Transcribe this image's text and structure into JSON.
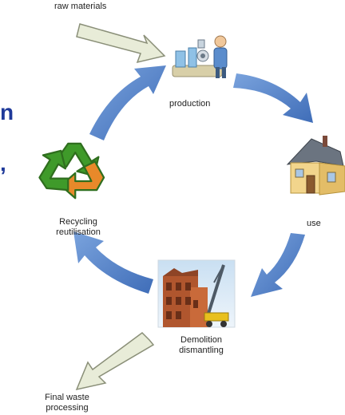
{
  "labels": {
    "raw_materials": "raw materials",
    "production": "production",
    "use": "use",
    "demolition_line1": "Demolition",
    "demolition_line2": "dismantling",
    "recycling_line1": "Recycling",
    "recycling_line2": "reutilisation",
    "final_waste_line1": "Final waste",
    "final_waste_line2": "processing"
  },
  "colors": {
    "cycle_arrow": "#4a78c0",
    "cycle_arrow_light": "#7aa3dd",
    "side_arrow_fill": "#e8ecd8",
    "side_arrow_stroke": "#8a8f78",
    "recycle_green": "#3f9a2a",
    "recycle_orange": "#e8892a"
  },
  "icons": {
    "production": "factory-worker-icon",
    "use": "house-icon",
    "demolition": "demolition-crane-icon",
    "recycling": "recycle-symbol-icon"
  }
}
